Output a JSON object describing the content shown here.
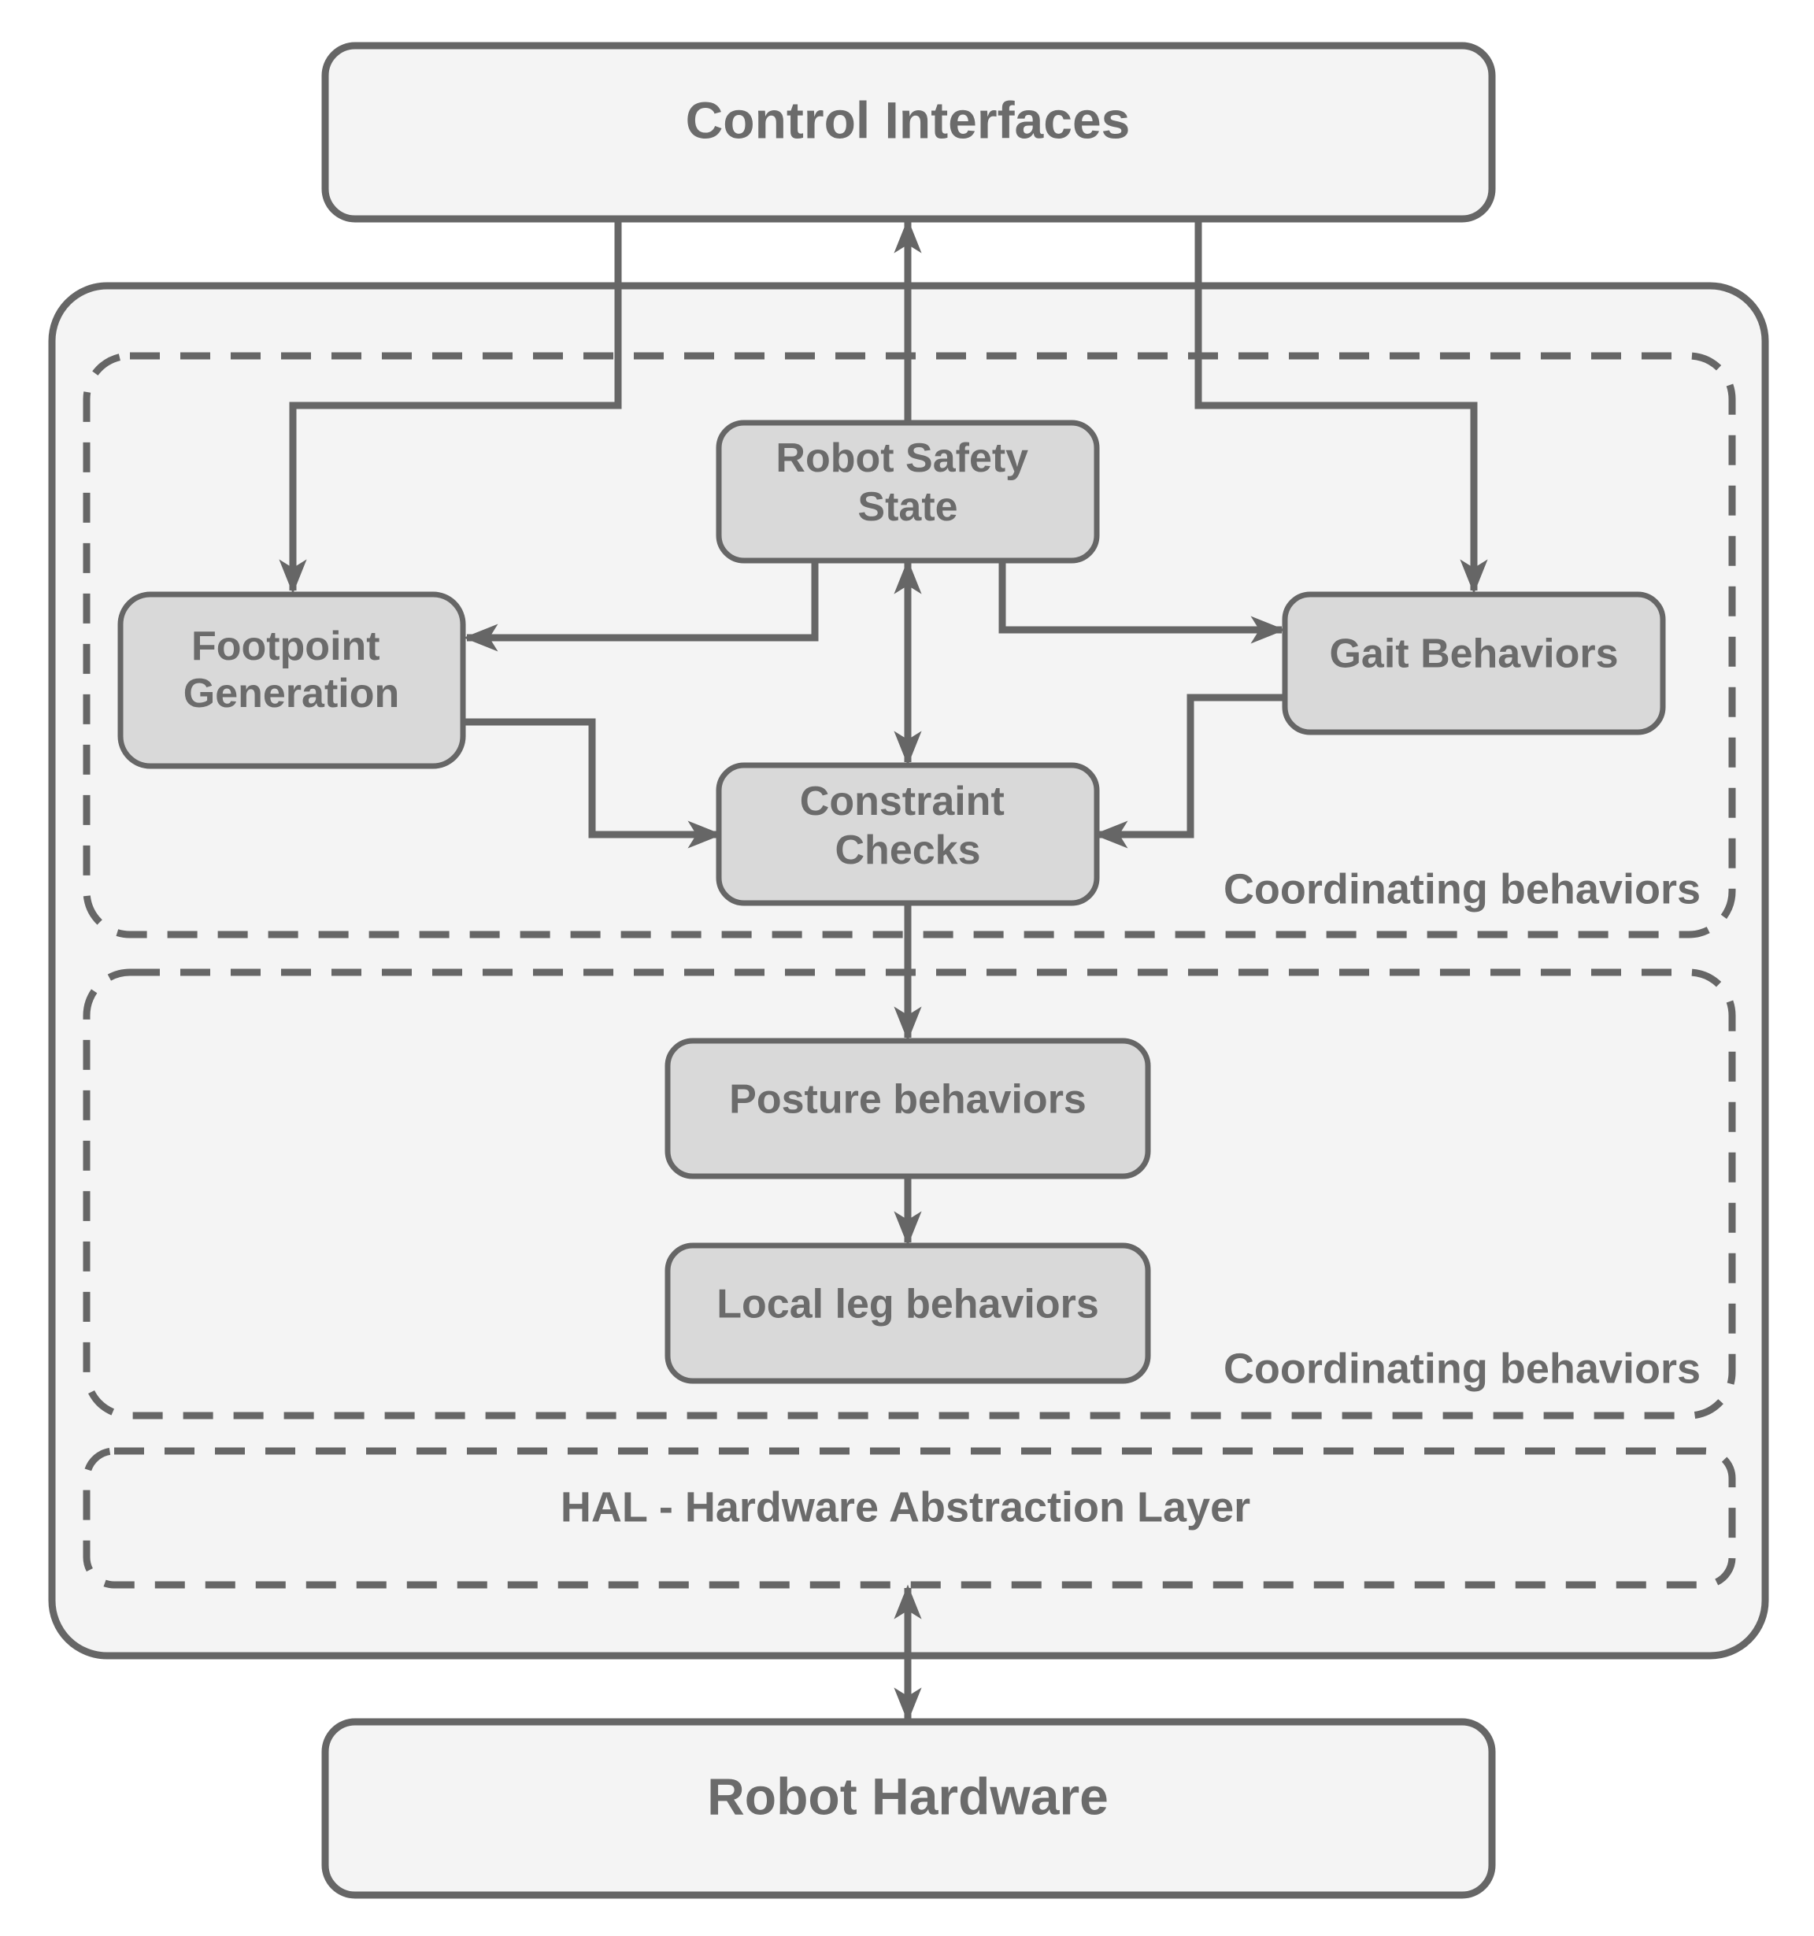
{
  "boxes": {
    "control_interfaces": "Control Interfaces",
    "robot_safety_state": [
      "Robot Safety",
      "State"
    ],
    "footpoint_generation": [
      "Footpoint",
      "Generation"
    ],
    "gait_behaviors": "Gait Behaviors",
    "constraint_checks": [
      "Constraint",
      "Checks"
    ],
    "posture_behaviors": "Posture behaviors",
    "local_leg_behaviors": "Local leg behaviors",
    "robot_hardware": "Robot Hardware"
  },
  "groups": {
    "upper_label": "Coordinating behaviors",
    "lower_label": "Coordinating behaviors",
    "hal_label": "HAL - Hardware Abstraction Layer"
  },
  "colors": {
    "stroke": "#666666",
    "light_fill": "#f4f4f4",
    "node_fill": "#d9d9d9",
    "text": "#6b6b6b"
  }
}
